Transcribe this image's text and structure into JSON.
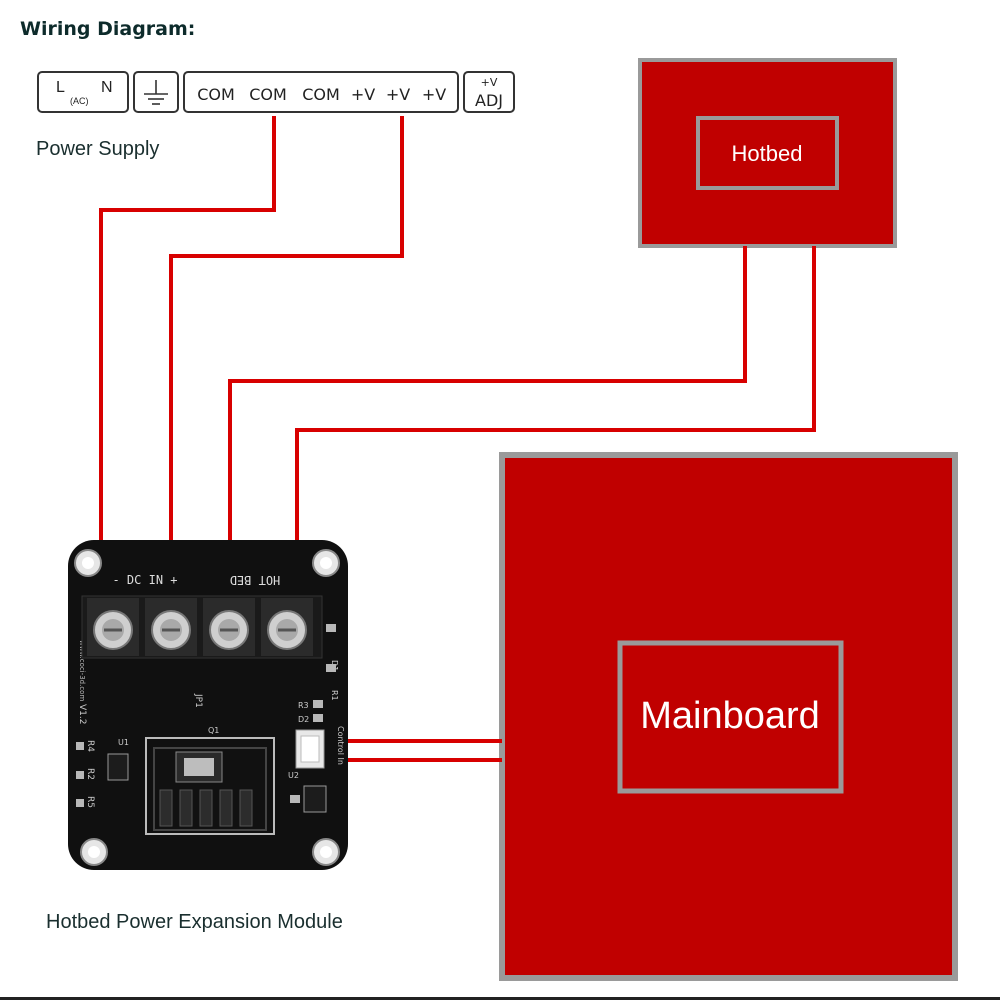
{
  "heading": "Wiring Diagram:",
  "power_supply": {
    "caption": "Power Supply",
    "ac": {
      "l": "L",
      "n": "N",
      "ac": "(AC)"
    },
    "terminals": [
      "COM",
      "COM",
      "COM",
      "+V",
      "+V",
      "+V"
    ],
    "adj": {
      "top": "+V",
      "bottom": "ADJ"
    },
    "ground_icon": "ground-symbol"
  },
  "hotbed": {
    "label": "Hotbed",
    "color": "#c00000",
    "frame": "#9a9a9a"
  },
  "mainboard": {
    "label": "Mainboard",
    "color": "#c00000",
    "frame": "#9a9a9a"
  },
  "module": {
    "caption": "Hotbed Power Expansion Module",
    "dc_in_label": "- DC IN +",
    "hot_bed_label": "HOT BED",
    "url": "www.coci-3d.com",
    "version": "V1.2",
    "jp1": "JP1",
    "q1": "Q1",
    "u1": "U1",
    "u2": "U2",
    "control_in": "Control In",
    "components": [
      "D1",
      "R1",
      "R3",
      "D2",
      "R4",
      "R2",
      "R5"
    ]
  },
  "wire_color": "#d80000"
}
